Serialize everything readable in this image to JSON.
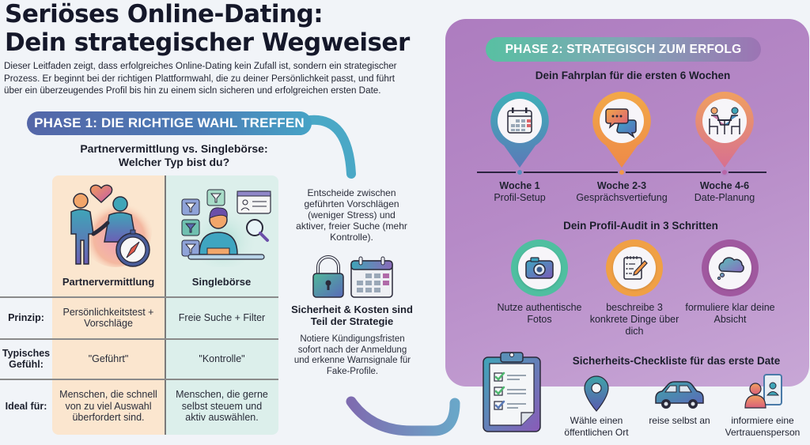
{
  "header": {
    "title_line1": "Seriöses Online-Dating:",
    "title_line2": "Dein strategischer Wegweiser",
    "intro": "Dieser Leitfaden zeigt, dass erfolgreiches Online-Dating kein Zufall ist, sondern ein strategischer Prozess. Er beginnt bei der richtigen Plattformwahl, die zu deiner Persönlichkeit passt, und führt über ein überzeugendes Profil bis hin zu einem sicln sicheren und erfolgreichen ersten Date."
  },
  "phase1": {
    "pill_label": "PHASE 1: DIE RICHTIGE WAHL TREFFEN",
    "subtitle_line1": "Partnervermittlung vs. Singlebörse:",
    "subtitle_line2": "Welcher Typ bist du?",
    "comparison": {
      "columns": [
        {
          "label": "Partnervermittlung",
          "icon": "couple-compass-icon",
          "bg_color": "#fbe6cf"
        },
        {
          "label": "Singlebörse",
          "icon": "person-filters-search-icon",
          "bg_color": "#dcefeb"
        }
      ],
      "rows": [
        {
          "label": "Prinzip:",
          "values": [
            "Persönlichkeitstest + Vorschläge",
            "Freie Suche + Filter"
          ]
        },
        {
          "label": "Typisches Gefühl:",
          "values": [
            "\"Geführt\"",
            "\"Kontrolle\""
          ]
        },
        {
          "label": "Ideal für:",
          "values": [
            "Menschen, die schnell von zu viel Auswahl überfordert sind.",
            "Menschen, die gerne selbst steuem und aktiv auswählen."
          ]
        }
      ]
    },
    "side_note": "Entscheide zwischen geführten Vorschlägen (weniger Stress) und aktiver, freier Suche (mehr Kontrolle).",
    "side_icons": [
      "lock-icon",
      "calendar-icon"
    ],
    "side_heading": "Sicherheit & Kosten sind Teil der Strategie",
    "side_text": "Notiere Kündigungsfristen sofort nach der Anmeldung und erkenne Warnsignale für Fake-Profile."
  },
  "phase2": {
    "pill_label": "PHASE 2: STRATEGISCH ZUM ERFOLG",
    "roadmap_title": "Dein Fahrplan für die ersten 6 Wochen",
    "weeks": [
      {
        "week": "Woche 1",
        "topic": "Profil-Setup",
        "icon": "calendar-icon",
        "color": "#4a9fbf"
      },
      {
        "week": "Woche 2-3",
        "topic": "Gesprächsvertiefung",
        "icon": "chat-bubbles-icon",
        "color": "#f0a045"
      },
      {
        "week": "Woche 4-6",
        "topic": "Date-Planung",
        "icon": "two-people-table-icon",
        "color": "#e5887a"
      }
    ],
    "audit_title": "Dein Profil-Audit in 3 Schritten",
    "audit_steps": [
      {
        "label": "Nutze authentische Fotos",
        "icon": "camera-icon",
        "color": "#4fbfa0"
      },
      {
        "label": "beschreibe 3 konkrete Dinge über dich",
        "icon": "notepad-pencil-icon",
        "color": "#f0a045"
      },
      {
        "label": "formuliere klar deine Absicht",
        "icon": "thought-cloud-icon",
        "color": "#a0589f"
      }
    ],
    "checklist_title": "Sicherheits-Checkliste für das erste Date",
    "checklist_items": [
      {
        "label": "Wähle einen öffentlichen Ort",
        "icon": "location-pin-icon"
      },
      {
        "label": "reise selbst an",
        "icon": "car-icon"
      },
      {
        "label": "informiere eine Vertrauensperson",
        "icon": "person-phone-icon"
      }
    ]
  },
  "colors": {
    "background": "#f1f4f8",
    "phase1_accent": "#4c7cb6",
    "phase2_panel": "#b68ac7",
    "connector_teal": "#4aa8c6",
    "connector_purple": "#7e6cb0"
  }
}
